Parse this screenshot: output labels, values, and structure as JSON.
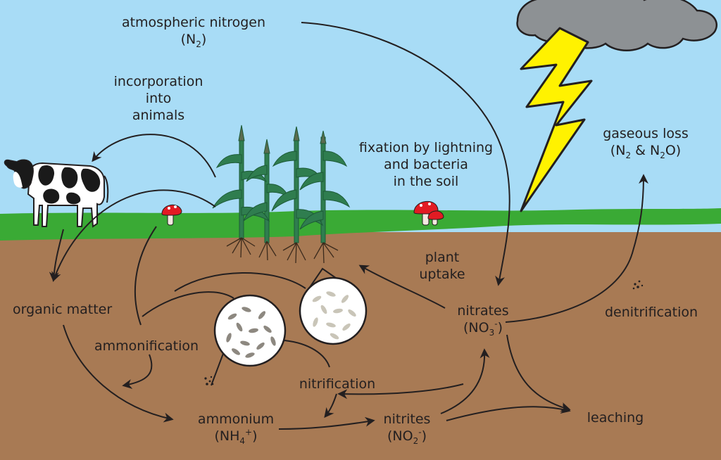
{
  "colors": {
    "sky": "#a8dcf6",
    "grass": "#3aaa35",
    "soil": "#a87a54",
    "cloud": "#8d9194",
    "lightning": "#fff200",
    "corn": "#2f7d4f",
    "arrow": "#231f20",
    "cow_black": "#1a1a1a",
    "mushroom_red": "#e21b23"
  },
  "icons": [
    "cloud-icon",
    "lightning-icon",
    "cow-icon",
    "corn-plant-icon",
    "mushroom-icon",
    "bacteria-circle-icon",
    "particles-icon"
  ],
  "labels": {
    "atmospheric": {
      "text": "atmospheric nitrogen",
      "formula_pre": "(N",
      "formula_sub": "2",
      "formula_post": ")"
    },
    "incorporation": {
      "line1": "incorporation",
      "line2": "into",
      "line3": "animals"
    },
    "fixation": {
      "line1": "fixation by lightning",
      "line2": "and bacteria",
      "line3": "in the soil"
    },
    "gaseous": {
      "line1": "gaseous loss",
      "f1": "(N",
      "s1": "2",
      "f2": " & N",
      "s2": "2",
      "f3": "O)"
    },
    "plant_uptake": {
      "line1": "plant",
      "line2": "uptake"
    },
    "organic": "organic matter",
    "ammonification": "ammonification",
    "nitrates": {
      "line1": "nitrates",
      "f1": "(NO",
      "s1": "3",
      "sup1": "-",
      "f2": ")"
    },
    "denitrification": "denitrification",
    "nitrification": "nitrification",
    "ammonium": {
      "line1": "ammonium",
      "f1": "(NH",
      "s1": "4",
      "sup1": "+",
      "f2": ")"
    },
    "nitrites": {
      "line1": "nitrites",
      "f1": "(NO",
      "s1": "2",
      "sup1": "-",
      "f2": ")"
    },
    "leaching": "leaching"
  }
}
